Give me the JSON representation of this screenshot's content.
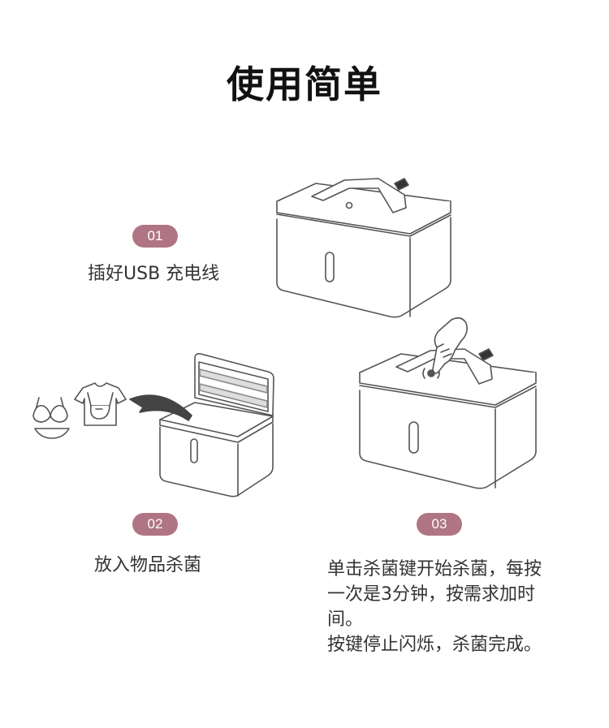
{
  "title": "使用简单",
  "steps": [
    {
      "number": "01",
      "text": "插好USB 充电线"
    },
    {
      "number": "02",
      "text": "放入物品杀菌"
    },
    {
      "number": "03",
      "text": "单击杀菌键开始杀菌，每按\n一次是3分钟，按需求加时\n间。\n按键停止闪烁，杀菌完成。"
    }
  ],
  "colors": {
    "badge": "#b07585",
    "title": "#111111",
    "text": "#333333",
    "line": "#555555"
  },
  "icons": [
    "sterilizer-box-icon",
    "open-box-icon",
    "bra-icon",
    "shirt-icon",
    "arrow-icon",
    "hand-pointer-icon",
    "usb-icon"
  ]
}
